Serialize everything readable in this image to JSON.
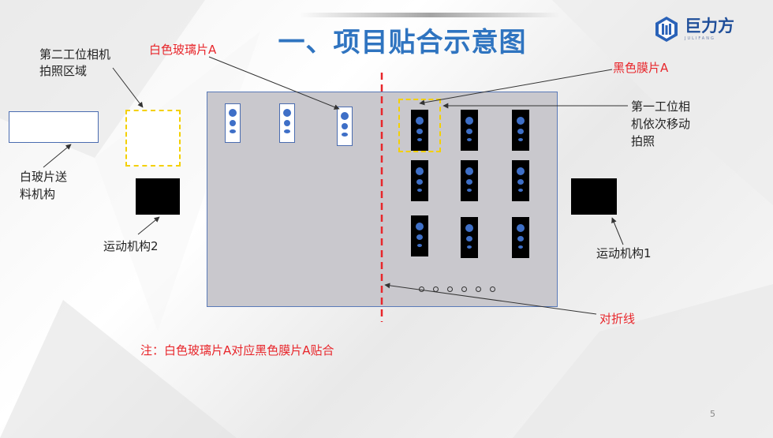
{
  "title": "一、项目贴合示意图",
  "logo": {
    "name": "巨力方",
    "sub": "JULIFANG"
  },
  "labels": {
    "white_glass": "白色玻璃片A",
    "black_film": "黑色膜片A",
    "camera2_line1": "第二工位相机",
    "camera2_line2": "拍照区域",
    "camera1_line1": "第一工位相",
    "camera1_line2": "机依次移动",
    "camera1_line3": "拍照",
    "feeder_line1": "白玻片送",
    "feeder_line2": "料机构",
    "motion2": "运动机构2",
    "motion1": "运动机构1",
    "fold_line": "对折线"
  },
  "note": "注：白色玻璃片A对应黑色膜片A贴合",
  "page_number": "5",
  "colors": {
    "title": "#2f74c0",
    "red": "#e8262b",
    "board": "#c9c8cd",
    "dot": "#3e6fc7",
    "yellow_dash": "#f4d000"
  }
}
